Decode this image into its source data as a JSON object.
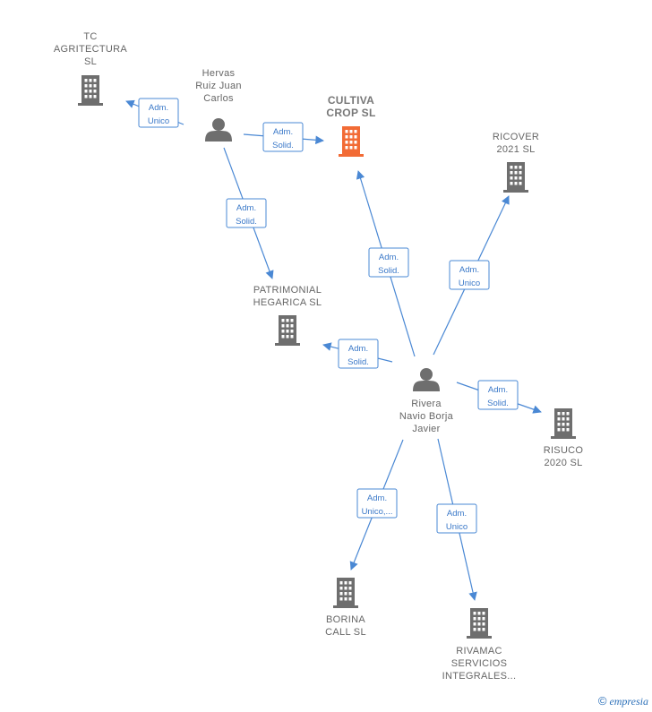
{
  "colors": {
    "edge": "#4a88d4",
    "company": "#6e6e6e",
    "company_highlight": "#f26b35",
    "person": "#6e6e6e"
  },
  "nodes": [
    {
      "id": "tc",
      "type": "company",
      "icon": "building-icon",
      "lines": [
        "TC",
        "AGRITECTURA",
        "SL"
      ]
    },
    {
      "id": "hervas",
      "type": "person",
      "icon": "person-icon",
      "lines": [
        "Hervas",
        "Ruiz Juan",
        "Carlos"
      ]
    },
    {
      "id": "cultiva",
      "type": "company",
      "icon": "building-icon",
      "highlight": true,
      "lines": [
        "CULTIVA",
        "CROP  SL"
      ]
    },
    {
      "id": "ricover",
      "type": "company",
      "icon": "building-icon",
      "lines": [
        "RICOVER",
        "2021  SL"
      ]
    },
    {
      "id": "patrimonial",
      "type": "company",
      "icon": "building-icon",
      "lines": [
        "PATRIMONIAL",
        "HEGARICA  SL"
      ]
    },
    {
      "id": "rivera",
      "type": "person",
      "icon": "person-icon",
      "lines": [
        "Rivera",
        "Navio Borja",
        "Javier"
      ]
    },
    {
      "id": "risuco",
      "type": "company",
      "icon": "building-icon",
      "lines": [
        "RISUCO",
        "2020  SL"
      ]
    },
    {
      "id": "borina",
      "type": "company",
      "icon": "building-icon",
      "lines": [
        "BORINA",
        "CALL  SL"
      ]
    },
    {
      "id": "rivamac",
      "type": "company",
      "icon": "building-icon",
      "lines": [
        "RIVAMAC",
        "SERVICIOS",
        "INTEGRALES..."
      ]
    }
  ],
  "edges": [
    {
      "from": "hervas",
      "to": "tc",
      "label": [
        "Adm.",
        "Unico"
      ]
    },
    {
      "from": "hervas",
      "to": "cultiva",
      "label": [
        "Adm.",
        "Solid."
      ]
    },
    {
      "from": "hervas",
      "to": "patrimonial",
      "label": [
        "Adm.",
        "Solid."
      ]
    },
    {
      "from": "rivera",
      "to": "cultiva",
      "label": [
        "Adm.",
        "Solid."
      ]
    },
    {
      "from": "rivera",
      "to": "ricover",
      "label": [
        "Adm.",
        "Unico"
      ]
    },
    {
      "from": "rivera",
      "to": "patrimonial",
      "label": [
        "Adm.",
        "Solid."
      ]
    },
    {
      "from": "rivera",
      "to": "risuco",
      "label": [
        "Adm.",
        "Solid."
      ]
    },
    {
      "from": "rivera",
      "to": "borina",
      "label": [
        "Adm.",
        "Unico,..."
      ]
    },
    {
      "from": "rivera",
      "to": "rivamac",
      "label": [
        "Adm.",
        "Unico"
      ]
    }
  ],
  "watermark": {
    "copyright": "©",
    "brand_initial": "e",
    "brand_rest": "mpresia"
  }
}
